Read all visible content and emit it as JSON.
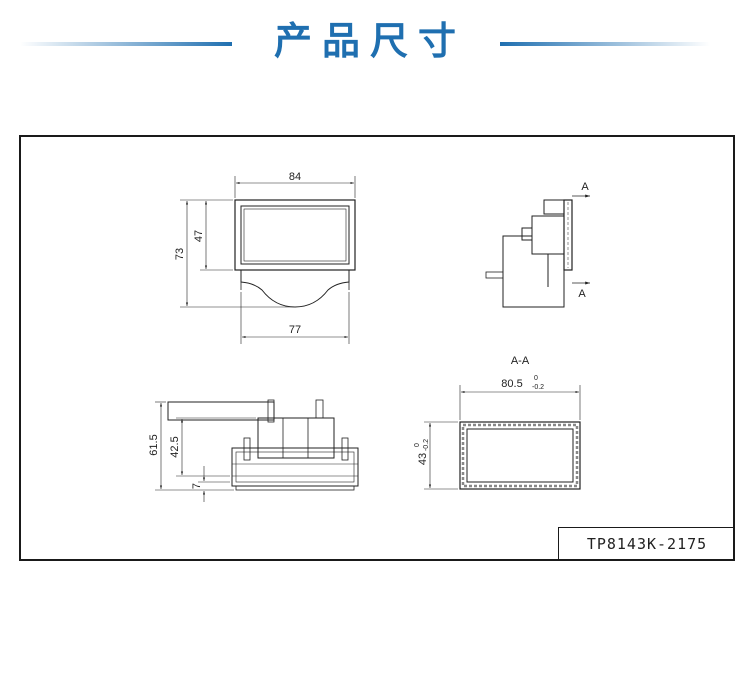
{
  "header": {
    "title": "产品尺寸",
    "accent_color": "#1f6fb0"
  },
  "drawing": {
    "front_view": {
      "width_top": "84",
      "width_bottom": "77",
      "height_total": "73",
      "height_window": "47"
    },
    "side_view": {
      "section_mark_top": "A",
      "section_mark_bottom": "A"
    },
    "bottom_view": {
      "height_total": "61.5",
      "height_body": "42.5",
      "height_pin": "7"
    },
    "section_view": {
      "title": "A-A",
      "cutout_width": "80.5",
      "cutout_width_tol_upper": "0",
      "cutout_width_tol_lower": "-0.2",
      "cutout_height": "43",
      "cutout_height_tol_upper": "0",
      "cutout_height_tol_lower": "-0.2"
    },
    "model_number": "TP8143K-2175"
  }
}
